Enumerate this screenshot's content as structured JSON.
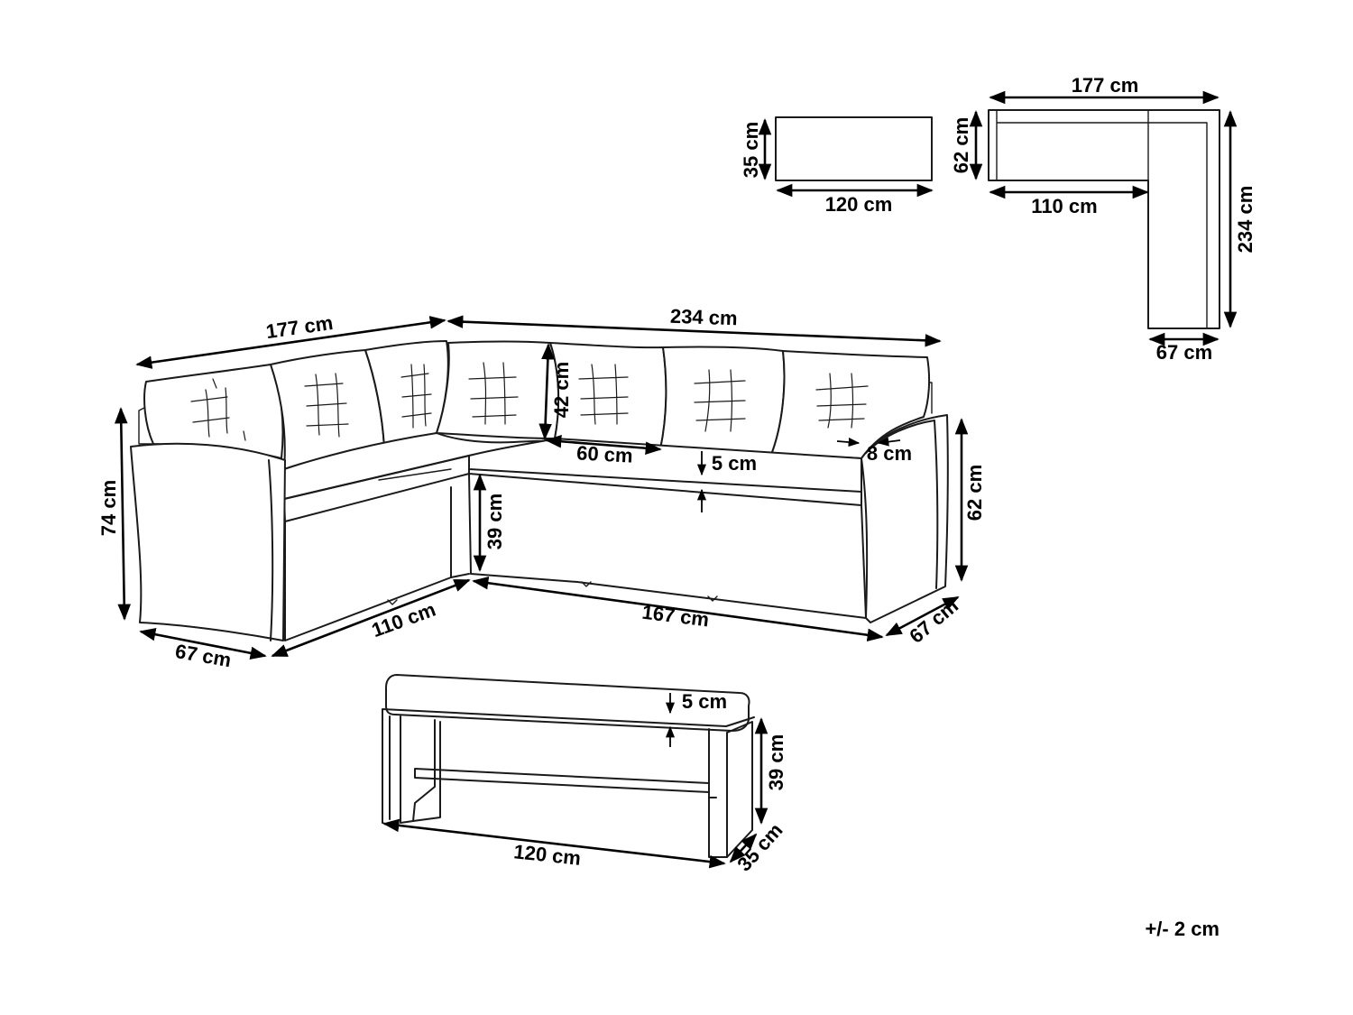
{
  "tolerance": "+/- 2 cm",
  "top_views": {
    "bench": {
      "width": "120 cm",
      "depth": "35 cm"
    },
    "sofa": {
      "width": "177 cm",
      "length": "234 cm",
      "back_depth": "62 cm",
      "inner_width": "110 cm",
      "seat_depth": "67 cm"
    }
  },
  "sofa": {
    "left_width": "177 cm",
    "right_width": "234 cm",
    "back_height": "42 cm",
    "cushion_width": "60 cm",
    "cushion_thickness": "5 cm",
    "arm_width": "8 cm",
    "total_height": "74 cm",
    "arm_height": "62 cm",
    "seat_height": "39 cm",
    "left_depth": "67 cm",
    "inner_length": "110 cm",
    "front_length": "167 cm",
    "right_depth": "67 cm"
  },
  "bench": {
    "cushion_thickness": "5 cm",
    "height": "39 cm",
    "length": "120 cm",
    "depth": "35 cm"
  }
}
